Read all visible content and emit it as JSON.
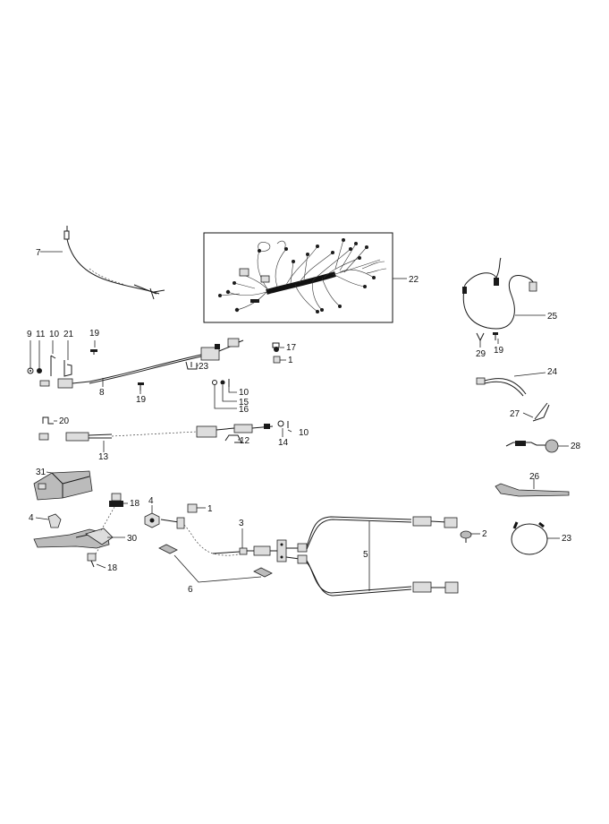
{
  "callouts": {
    "c1a": "1",
    "c1b": "1",
    "c2": "2",
    "c3": "3",
    "c4a": "4",
    "c4b": "4",
    "c5": "5",
    "c6": "6",
    "c7": "7",
    "c8": "8",
    "c9": "9",
    "c10a": "10",
    "c10b": "10",
    "c10c": "10",
    "c11": "11",
    "c12": "12",
    "c13": "13",
    "c14": "14",
    "c15": "15",
    "c16": "16",
    "c17": "17",
    "c18a": "18",
    "c18b": "18",
    "c19a": "19",
    "c19b": "19",
    "c19c": "19",
    "c20": "20",
    "c21": "21",
    "c22": "22",
    "c23a": "23",
    "c23b": "23",
    "c24": "24",
    "c25": "25",
    "c26": "26",
    "c27": "27",
    "c28": "28",
    "c29": "29",
    "c30": "30",
    "c31": "31"
  },
  "icons": {
    "wiring_harness": "wiring-harness-icon",
    "cable": "cable-icon",
    "lever": "hand-lever-icon",
    "clip": "clip-icon",
    "nut": "nut-icon",
    "bolt": "bolt-icon"
  }
}
